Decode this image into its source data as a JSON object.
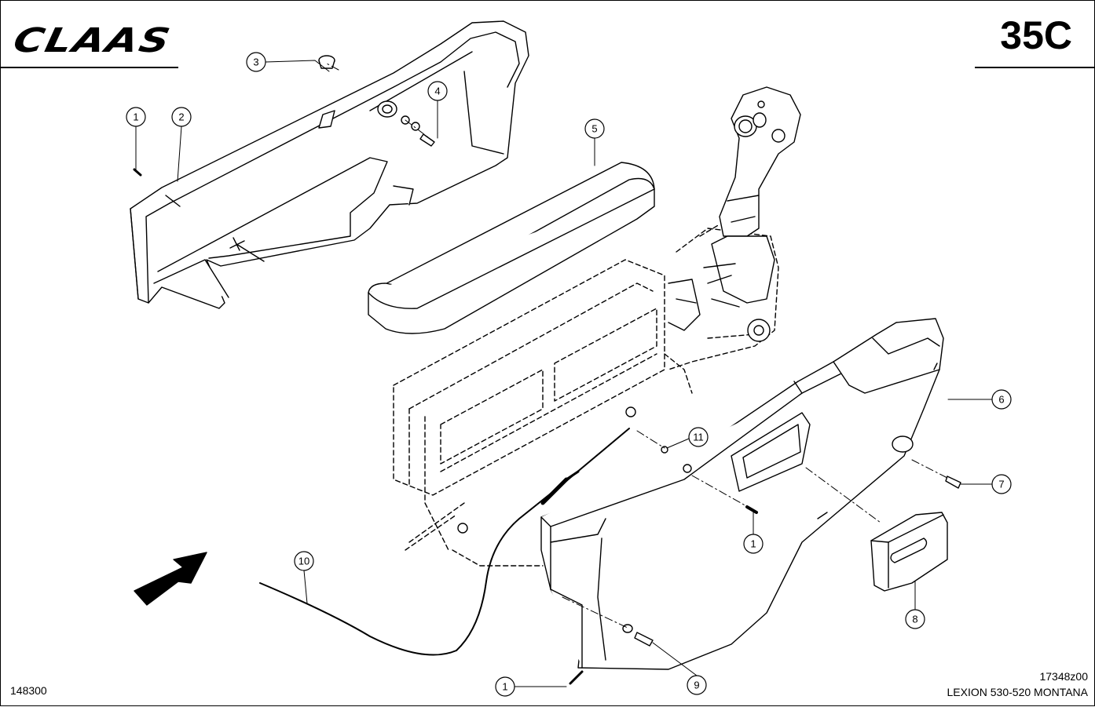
{
  "header": {
    "brand": "CLAAS",
    "page_number": "35C"
  },
  "footer": {
    "drawing_ref": "148300",
    "figure_code": "17348z00",
    "model": "LEXION 530-520 MONTANA"
  },
  "callouts": {
    "c1a": "1",
    "c2": "2",
    "c3": "3",
    "c4": "4",
    "c5": "5",
    "c6": "6",
    "c7": "7",
    "c1b": "1",
    "c8": "8",
    "c9": "9",
    "c10": "10",
    "c11": "11",
    "c1c": "1"
  },
  "icons": {
    "direction_arrow": "front-direction-arrow-icon"
  }
}
